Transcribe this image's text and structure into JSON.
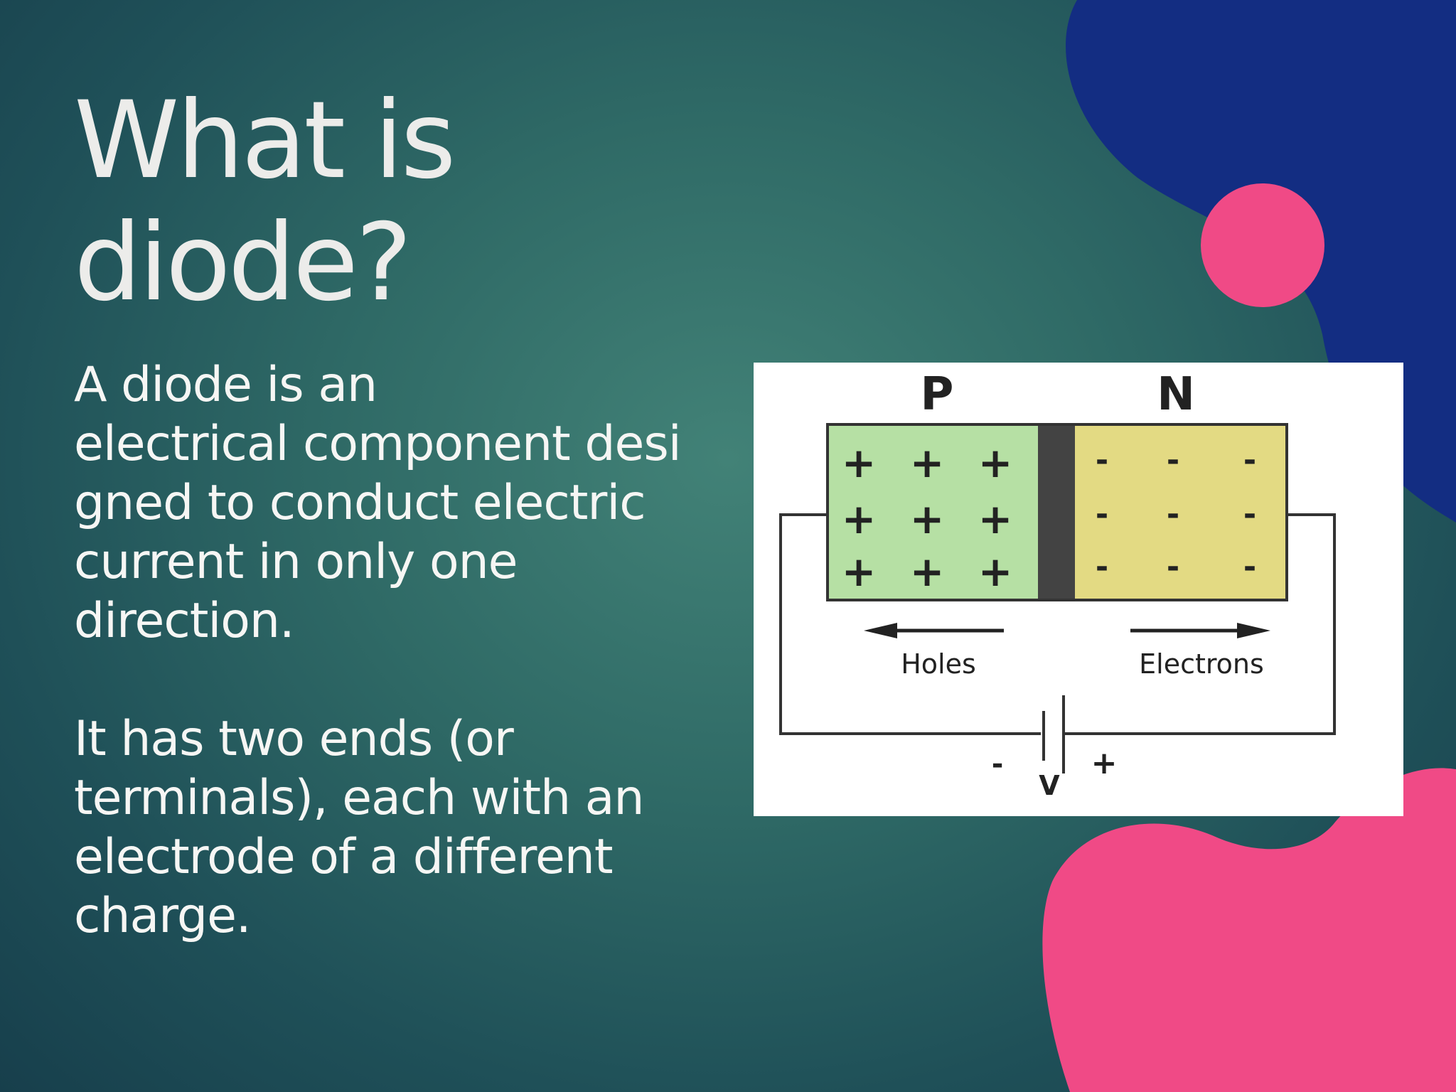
{
  "slide": {
    "title_lines": [
      "What is",
      "diode?"
    ],
    "paragraphs": [
      "A diode is an\nelectrical component desi\ngned to conduct electric\ncurrent in only one\ndirection.",
      "It has two ends (or\nterminals), each with an\nelectrode of a different\ncharge."
    ]
  },
  "diagram": {
    "p_label": "P",
    "n_label": "N",
    "p_charges": [
      "+",
      "+",
      "+",
      "+",
      "+",
      "+",
      "+",
      "+",
      "+"
    ],
    "n_charges": [
      "-",
      "-",
      "-",
      "-",
      "-",
      "-",
      "-",
      "-",
      "-"
    ],
    "holes_label": "Holes",
    "electrons_label": "Electrons",
    "minus_label": "-",
    "v_label": "V",
    "plus_label": "+"
  },
  "colors": {
    "p_region": "#b6e0a4",
    "n_region": "#e3da83",
    "depletion": "#434343",
    "deco_blue": "#132d82",
    "deco_pink": "#f04a86"
  }
}
